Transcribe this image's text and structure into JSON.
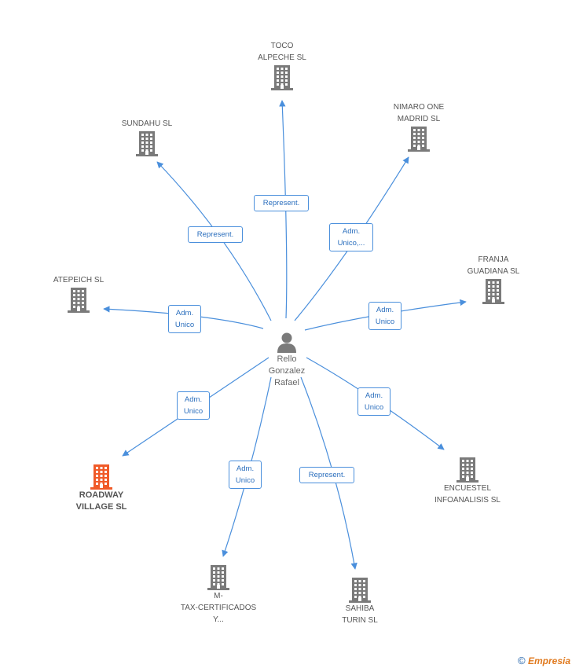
{
  "center": {
    "label": "Rello\nGonzalez\nRafael",
    "icon": "person-icon"
  },
  "companies": [
    {
      "id": "toco",
      "label": "TOCO\nALPECHE  SL",
      "highlight": false
    },
    {
      "id": "nimaro",
      "label": "NIMARO ONE\nMADRID SL",
      "highlight": false
    },
    {
      "id": "sundahu",
      "label": "SUNDAHU  SL",
      "highlight": false
    },
    {
      "id": "franja",
      "label": "FRANJA\nGUADIANA SL",
      "highlight": false
    },
    {
      "id": "atepeich",
      "label": "ATEPEICH SL",
      "highlight": false
    },
    {
      "id": "encuestel",
      "label": "ENCUESTEL\nINFOANALISIS SL",
      "highlight": false
    },
    {
      "id": "roadway",
      "label": "ROADWAY\nVILLAGE SL",
      "highlight": true
    },
    {
      "id": "mtax",
      "label": "M-\nTAX-CERTIFICADOS\nY...",
      "highlight": false
    },
    {
      "id": "sahiba",
      "label": "SAHIBA\nTURIN  SL",
      "highlight": false
    }
  ],
  "relations": [
    {
      "to": "toco",
      "label": "Represent."
    },
    {
      "to": "nimaro",
      "label": "Adm.\nUnico,..."
    },
    {
      "to": "sundahu",
      "label": "Represent."
    },
    {
      "to": "franja",
      "label": "Adm.\nUnico"
    },
    {
      "to": "atepeich",
      "label": "Adm.\nUnico"
    },
    {
      "to": "encuestel",
      "label": "Adm.\nUnico"
    },
    {
      "to": "roadway",
      "label": "Adm.\nUnico"
    },
    {
      "to": "mtax",
      "label": "Adm.\nUnico"
    },
    {
      "to": "sahiba",
      "label": "Represent."
    }
  ],
  "colors": {
    "edge": "#4a8fdc",
    "building": "#7a7a7a",
    "highlight": "#f05a28"
  },
  "footer": {
    "symbol": "©",
    "brand": "Empresia"
  }
}
